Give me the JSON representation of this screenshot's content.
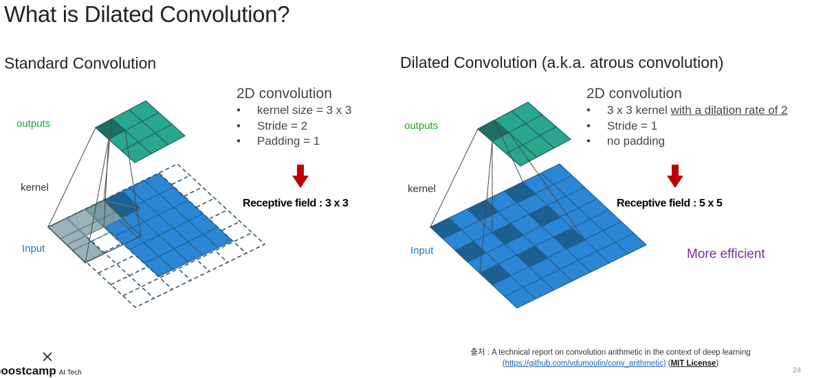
{
  "page_title": "What is Dilated Convolution?",
  "left": {
    "section_title": "Standard Convolution",
    "heading": "2D convolution",
    "bullets": [
      "kernel size = 3 x 3",
      "Stride = 2",
      "Padding = 1"
    ],
    "receptive_field": "Receptive field : 3 x 3",
    "labels": {
      "outputs": "outputs",
      "kernel": "kernel",
      "input": "Input"
    }
  },
  "right": {
    "section_title": "Dilated Convolution (a.k.a. atrous convolution)",
    "heading": "2D convolution",
    "bullet1_prefix": "3 x 3 kernel ",
    "bullet1_underlined": "with a dilation rate of 2",
    "bullets": [
      "Stride = 1",
      "no padding"
    ],
    "receptive_field": "Receptive field : 5 x 5",
    "efficiency_note": "More efficient",
    "labels": {
      "outputs": "outputs",
      "kernel": "kernel",
      "input": "Input"
    }
  },
  "source": {
    "line1": "출처 : A technical report on convolution arithmetic in the context of deep learning",
    "link": "(https://github.com/vdumoulin/conv_arithmetic)",
    "license": "MIT License"
  },
  "footer": {
    "brand": "boostcamp",
    "brand_suffix": "AI Tech",
    "page_number": "24"
  },
  "colors": {
    "output_tile": "#2aa58e",
    "output_highlight": "#1e6e62",
    "input_tile": "#2b86d6",
    "input_highlight": "#1d5f8e",
    "padding_outline": "#35566b",
    "kernel_overlay": "#8aa6ac",
    "arrow": "#c00000",
    "purple_text": "#7a2e9e",
    "label_green": "#22a32a",
    "label_blue": "#1a78c2"
  }
}
